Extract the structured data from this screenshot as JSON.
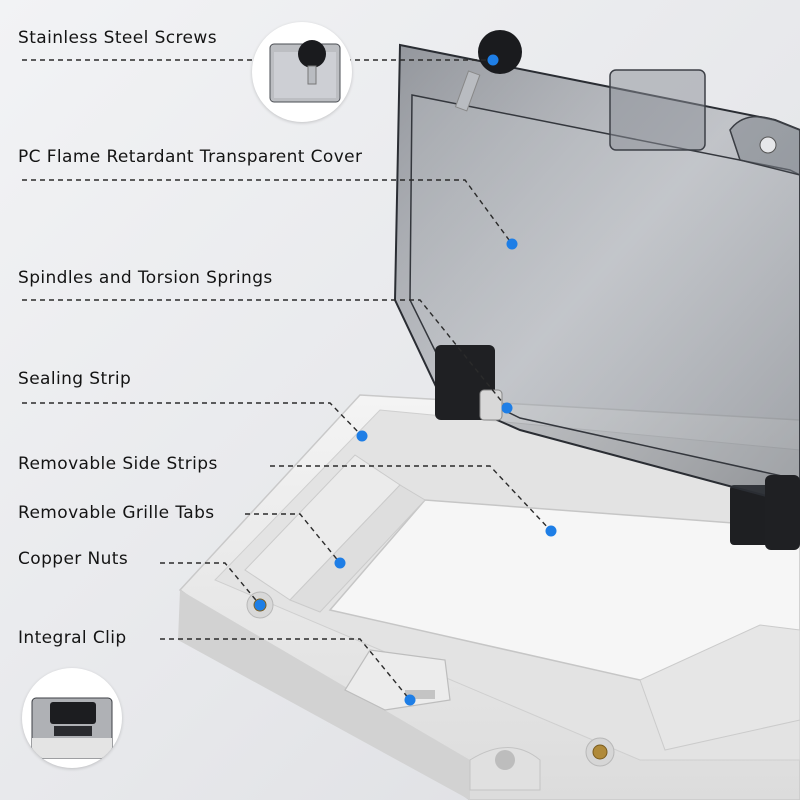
{
  "labels": {
    "stainless_steel_screws": "Stainless Steel Screws",
    "pc_cover": "PC Flame Retardant Transparent Cover",
    "spindles_springs": "Spindles and Torsion Springs",
    "sealing_strip": "Sealing Strip",
    "removable_side_strips": "Removable Side Strips",
    "removable_grille_tabs": "Removable Grille Tabs",
    "copper_nuts": "Copper Nuts",
    "integral_clip": "Integral Clip"
  },
  "colors": {
    "marker": "#1e7ee6",
    "leader": "#2b2b2b",
    "frame": "#e9e9e9",
    "cover_tint": "#3a3f48"
  }
}
